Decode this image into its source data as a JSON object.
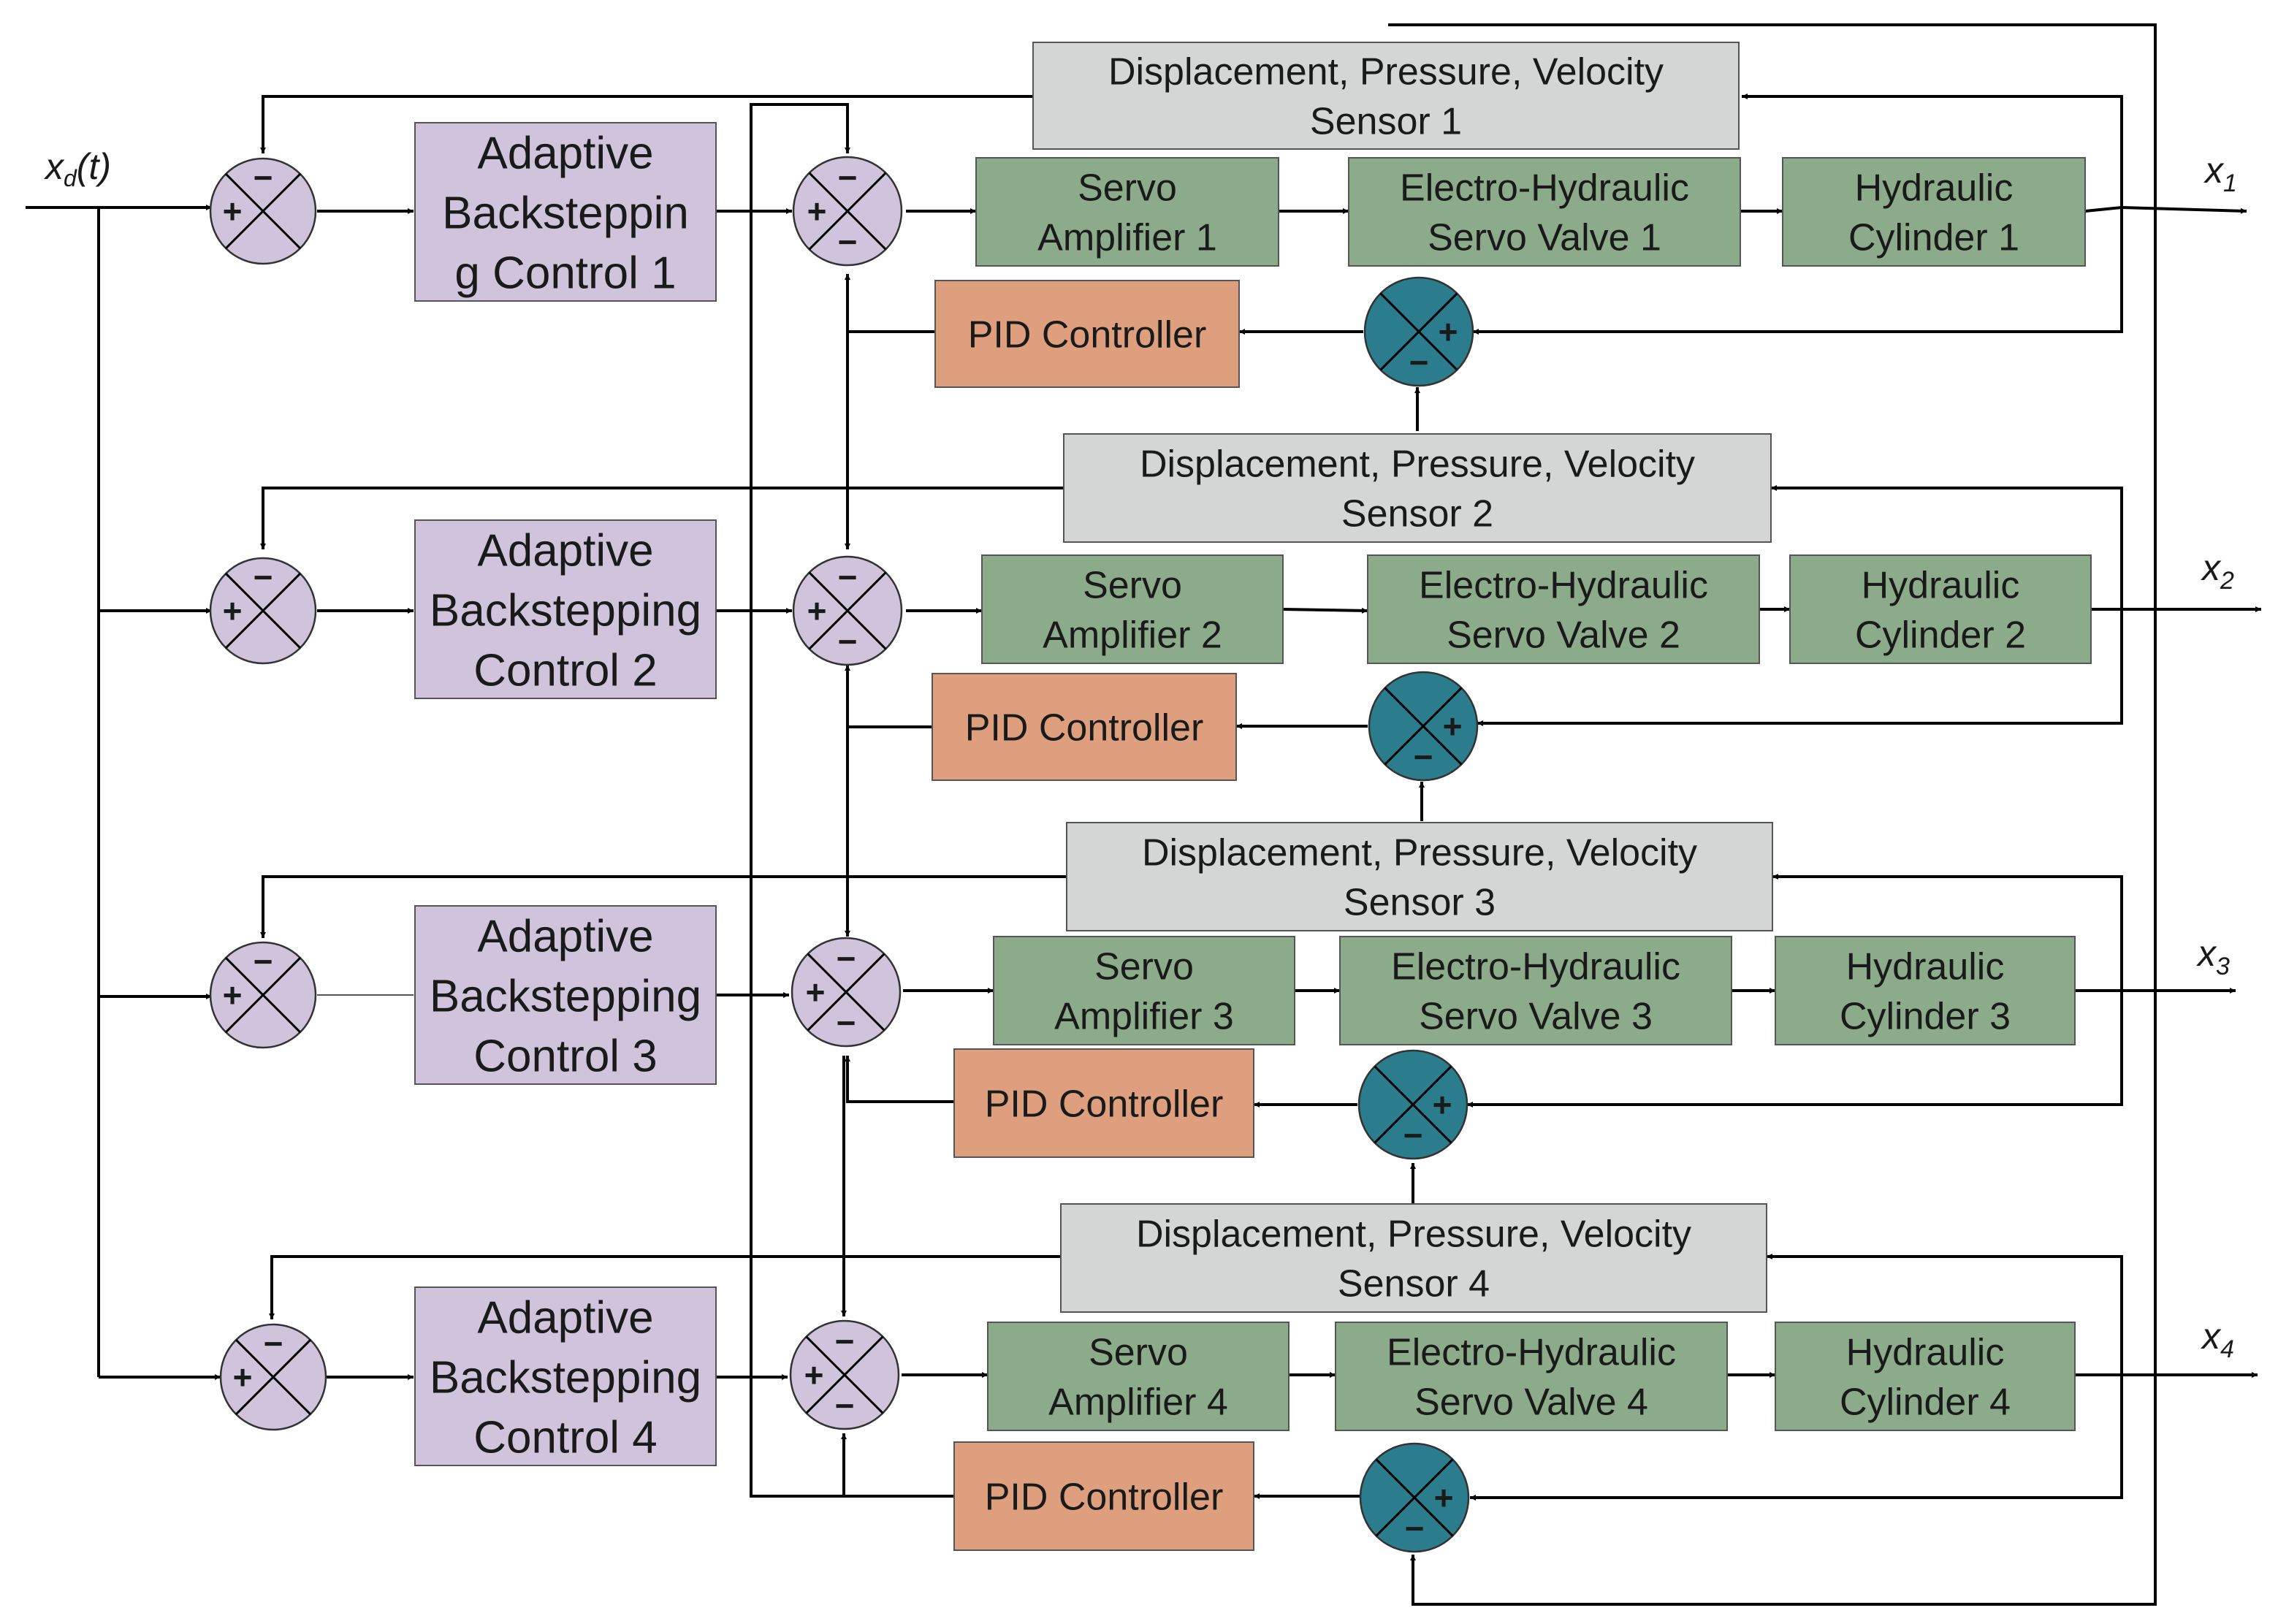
{
  "input_label": "x",
  "input_sub": "d",
  "input_arg": "(t)",
  "colors": {
    "controller": "#cfc4dc",
    "sensor": "#d3d6d5",
    "plant": "#8cab8b",
    "pid": "#de9f7f",
    "sum_light": "#cfc4dc",
    "sum_teal": "#2b7c8c"
  },
  "sum_signs": {
    "plus": "+",
    "minus": "−"
  },
  "rows": [
    {
      "controller": [
        "Adaptive",
        "Backsteppin",
        "g Control 1"
      ],
      "sensor": [
        "Displacement, Pressure, Velocity",
        "Sensor 1"
      ],
      "amp": [
        "Servo",
        "Amplifier 1"
      ],
      "valve": [
        "Electro-Hydraulic",
        "Servo Valve 1"
      ],
      "cyl": [
        "Hydraulic",
        "Cylinder 1"
      ],
      "pid": "PID Controller",
      "out": "x",
      "out_sub": "1"
    },
    {
      "controller": [
        "Adaptive",
        "Backstepping",
        "Control 2"
      ],
      "sensor": [
        "Displacement, Pressure, Velocity",
        "Sensor 2"
      ],
      "amp": [
        "Servo",
        "Amplifier 2"
      ],
      "valve": [
        "Electro-Hydraulic",
        "Servo Valve 2"
      ],
      "cyl": [
        "Hydraulic",
        "Cylinder 2"
      ],
      "pid": "PID Controller",
      "out": "x",
      "out_sub": "2"
    },
    {
      "controller": [
        "Adaptive",
        "Backstepping",
        "Control 3"
      ],
      "sensor": [
        "Displacement, Pressure, Velocity",
        "Sensor 3"
      ],
      "amp": [
        "Servo",
        "Amplifier 3"
      ],
      "valve": [
        "Electro-Hydraulic",
        "Servo Valve 3"
      ],
      "cyl": [
        "Hydraulic",
        "Cylinder 3"
      ],
      "pid": "PID Controller",
      "out": "x",
      "out_sub": "3"
    },
    {
      "controller": [
        "Adaptive",
        "Backstepping",
        "Control 4"
      ],
      "sensor": [
        "Displacement, Pressure, Velocity",
        "Sensor 4"
      ],
      "amp": [
        "Servo",
        "Amplifier 4"
      ],
      "valve": [
        "Electro-Hydraulic",
        "Servo Valve 4"
      ],
      "cyl": [
        "Hydraulic",
        "Cylinder 4"
      ],
      "pid": "PID Controller",
      "out": "x",
      "out_sub": "4"
    }
  ]
}
